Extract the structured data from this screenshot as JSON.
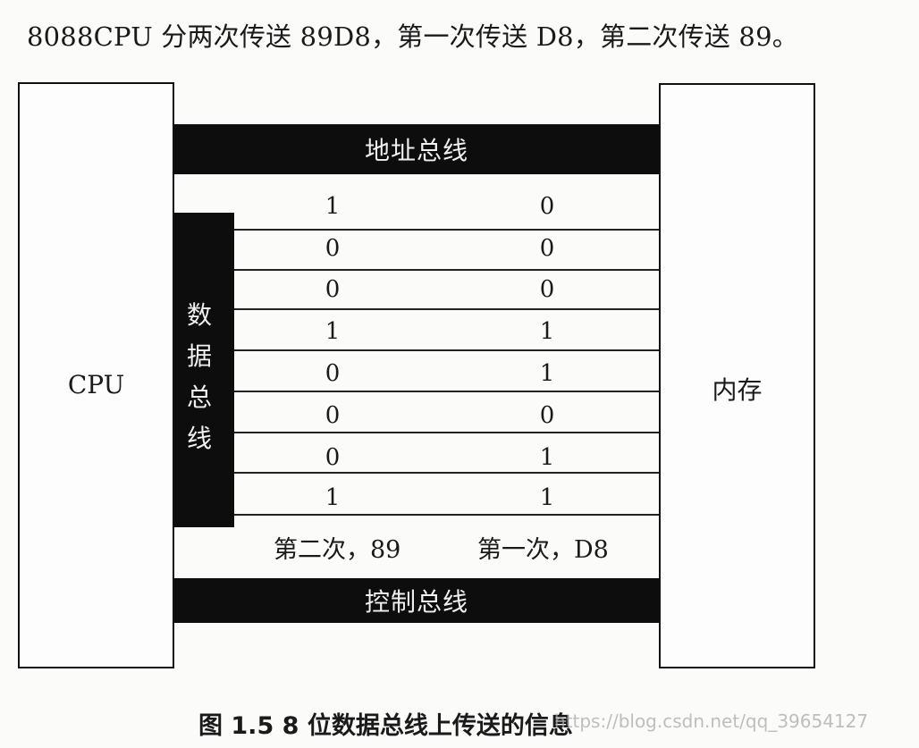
{
  "top_caption": "8088CPU 分两次传送 89D8，第一次传送 D8，第二次传送 89。",
  "cpu_label": "CPU",
  "memory_label": "内存",
  "address_bus_label": "地址总线",
  "control_bus_label": "控制总线",
  "data_bus_label": [
    "数",
    "据",
    "总",
    "线"
  ],
  "bits_second": [
    "1",
    "0",
    "0",
    "1",
    "0",
    "0",
    "0",
    "1"
  ],
  "bits_first": [
    "0",
    "0",
    "0",
    "1",
    "1",
    "0",
    "1",
    "1"
  ],
  "second_transfer_label": "第二次，89",
  "first_transfer_label": "第一次，D8",
  "figure_caption": "图 1.5   8 位数据总线上传送的信息",
  "watermark": "https://blog.csdn.net/qq_39654127"
}
